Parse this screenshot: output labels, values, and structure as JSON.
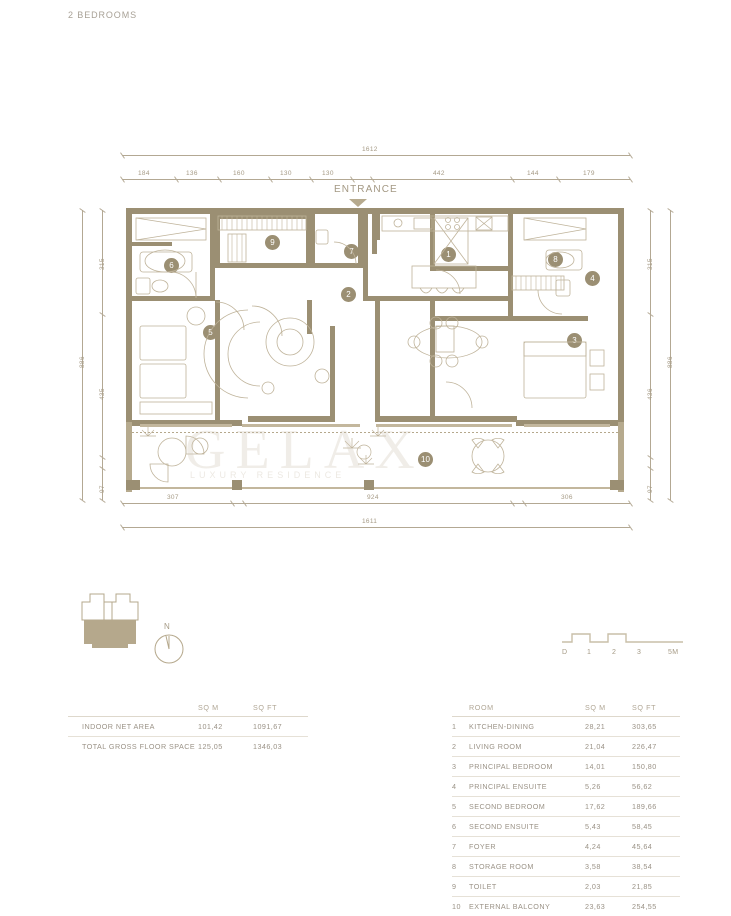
{
  "page": {
    "title": "2 BEDROOMS",
    "entrance_label": "ENTRANCE",
    "watermark": "GELAX",
    "watermark_sub": "LUXURY RESIDENCE",
    "compass_label": "N"
  },
  "colors": {
    "wall": "#9b8f73",
    "wall_light": "#b6aa8e",
    "line": "#c3b79d",
    "text": "#9a9286",
    "marker_bg": "#9b8f73",
    "rule": "#e6e1d7"
  },
  "dimensions": {
    "top_overall": "1612",
    "top_segments": [
      "184",
      "136",
      "160",
      "130",
      "130",
      "442",
      "144",
      "179"
    ],
    "bottom_overall": "1611",
    "bottom_segments": [
      "307",
      "924",
      "306"
    ],
    "left_overall": "886",
    "left_segments": [
      "315",
      "435",
      "97"
    ],
    "right_overall": "886",
    "right_segments": [
      "315",
      "436",
      "97"
    ]
  },
  "scale_bar": {
    "ticks": [
      "D",
      "1",
      "2",
      "3"
    ],
    "end_label": "5M"
  },
  "plan_markers": [
    {
      "number": "1"
    },
    {
      "number": "2"
    },
    {
      "number": "3"
    },
    {
      "number": "4"
    },
    {
      "number": "5"
    },
    {
      "number": "6"
    },
    {
      "number": "7"
    },
    {
      "number": "8"
    },
    {
      "number": "9"
    },
    {
      "number": "10"
    }
  ],
  "summary_table": {
    "headers": [
      "",
      "SQ M",
      "SQ FT"
    ],
    "rows": [
      {
        "label": "INDOOR NET AREA",
        "sqm": "101,42",
        "sqft": "1091,67"
      },
      {
        "label": "TOTAL GROSS FLOOR SPACE",
        "sqm": "125,05",
        "sqft": "1346,03"
      }
    ]
  },
  "schedule_table": {
    "headers": [
      "",
      "ROOM",
      "SQ M",
      "SQ FT"
    ],
    "rows": [
      {
        "num": "1",
        "room": "KITCHEN-DINING",
        "sqm": "28,21",
        "sqft": "303,65"
      },
      {
        "num": "2",
        "room": "LIVING ROOM",
        "sqm": "21,04",
        "sqft": "226,47"
      },
      {
        "num": "3",
        "room": "PRINCIPAL BEDROOM",
        "sqm": "14,01",
        "sqft": "150,80"
      },
      {
        "num": "4",
        "room": "PRINCIPAL ENSUITE",
        "sqm": "5,26",
        "sqft": "56,62"
      },
      {
        "num": "5",
        "room": "SECOND BEDROOM",
        "sqm": "17,62",
        "sqft": "189,66"
      },
      {
        "num": "6",
        "room": "SECOND ENSUITE",
        "sqm": "5,43",
        "sqft": "58,45"
      },
      {
        "num": "7",
        "room": "FOYER",
        "sqm": "4,24",
        "sqft": "45,64"
      },
      {
        "num": "8",
        "room": "STORAGE ROOM",
        "sqm": "3,58",
        "sqft": "38,54"
      },
      {
        "num": "9",
        "room": "TOILET",
        "sqm": "2,03",
        "sqft": "21,85"
      },
      {
        "num": "10",
        "room": "EXTERNAL BALCONY",
        "sqm": "23,63",
        "sqft": "254,55"
      }
    ]
  }
}
